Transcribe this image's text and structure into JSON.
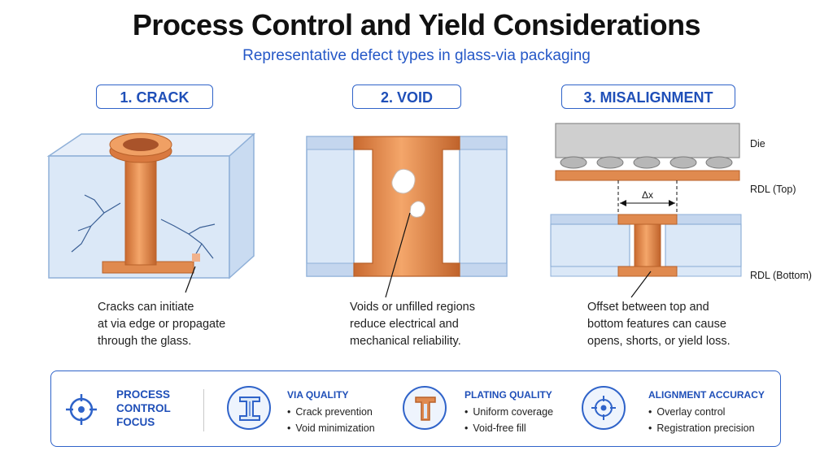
{
  "header": {
    "title": "Process Control and Yield Considerations",
    "subtitle": "Representative defect types in glass-via packaging"
  },
  "defects": [
    {
      "label": "1. CRACK",
      "caption": [
        "Cracks can initiate",
        "at via edge or propagate",
        "through the glass."
      ]
    },
    {
      "label": "2. VOID",
      "caption": [
        "Voids or unfilled regions",
        "reduce electrical and",
        "mechanical reliability."
      ]
    },
    {
      "label": "3. MISALIGNMENT",
      "caption": [
        "Offset between top and",
        "bottom features can cause",
        "opens, shorts, or yield loss."
      ],
      "layer_labels": {
        "die": "Die",
        "rdl_top": "RDL (Top)",
        "rdl_bottom": "RDL (Bottom)"
      },
      "offset_symbol": "Δx"
    }
  ],
  "focus": {
    "title": [
      "PROCESS",
      "CONTROL",
      "FOCUS"
    ],
    "icon": "target-crosshair-icon",
    "cards": [
      {
        "heading": "VIA QUALITY",
        "icon": "via-icon",
        "bullets": [
          "Crack prevention",
          "Void minimization"
        ]
      },
      {
        "heading": "PLATING QUALITY",
        "icon": "plated-via-icon",
        "bullets": [
          "Uniform coverage",
          "Void-free fill"
        ]
      },
      {
        "heading": "ALIGNMENT ACCURACY",
        "icon": "alignment-target-icon",
        "bullets": [
          "Overlay control",
          "Registration precision"
        ]
      }
    ]
  },
  "colors": {
    "accent": "#2f63c9",
    "copper": "#e08a4f",
    "copper_dark": "#b8612a",
    "glass": "#dbe8f7",
    "glass_edge": "#8fb0d8",
    "die": "#cfcfcf"
  }
}
